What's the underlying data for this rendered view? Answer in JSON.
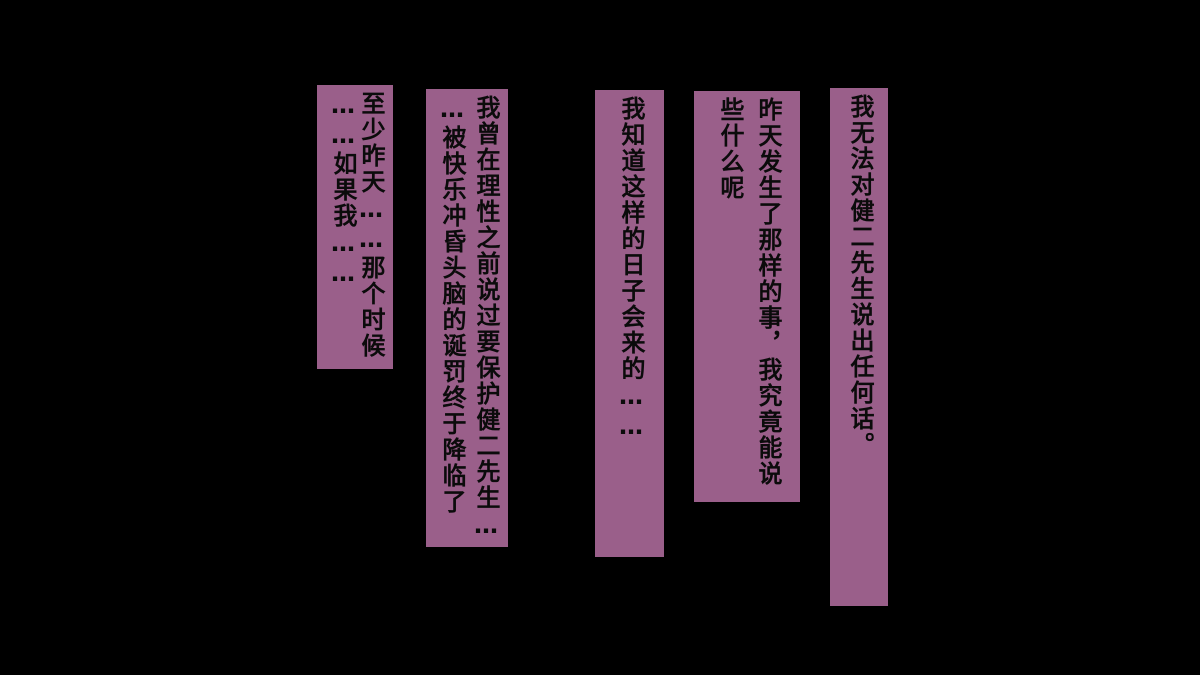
{
  "colors": {
    "background": "#000000",
    "caption_fill": "#9a5f8a",
    "text": "#0b0b0b"
  },
  "captions": [
    {
      "lines": [
        "我无法对健二先生说出任何话。"
      ]
    },
    {
      "lines": [
        "昨天发生了那样的事，我究竟能说",
        "些什么呢"
      ]
    },
    {
      "lines": [
        "我知道这样的日子会来的……"
      ]
    },
    {
      "lines": [
        "我曾在理性之前说过要保护健二先生…",
        "…被快乐冲昏头脑的诞罚终于降临了"
      ]
    },
    {
      "lines": [
        "至少昨天……那个时候",
        "……如果我……"
      ]
    }
  ]
}
